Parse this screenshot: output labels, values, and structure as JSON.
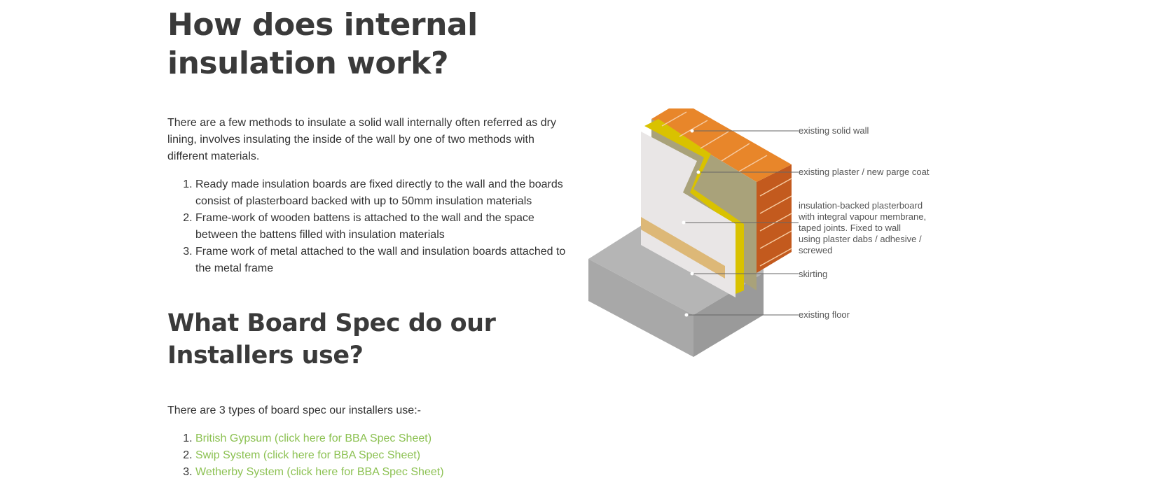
{
  "section1": {
    "heading_line1": "How does internal",
    "heading_line2": "insulation work?",
    "intro": "There are a few methods to insulate a solid wall internally often referred as dry lining, involves insulating the inside of the wall by one of two methods with different materials.",
    "methods": [
      "Ready made insulation boards are fixed directly to the wall and the boards consist of plasterboard backed with up to 50mm insulation materials",
      "Frame-work of wooden battens is attached to the wall and the space between the battens filled with insulation materials",
      "Frame work of metal attached to the wall and insulation boards attached to the metal frame"
    ]
  },
  "section2": {
    "heading_line1": "What Board Spec do our",
    "heading_line2": "Installers use?",
    "intro": "There are 3 types of board spec our installers use:-",
    "specs": [
      "British Gypsum (click here for BBA Spec Sheet)",
      "Swip System (click here for BBA Spec Sheet)",
      "Wetherby System (click here for BBA Spec Sheet)"
    ]
  },
  "diagram": {
    "labels": {
      "solid_wall": "existing solid wall",
      "plaster": "existing plaster / new parge coat",
      "board_1": "insulation-backed plasterboard",
      "board_2": "with integral vapour membrane,",
      "board_3": "taped joints. Fixed to wall",
      "board_4": "using plaster dabs / adhesive /",
      "board_5": "screwed",
      "skirting": "skirting",
      "floor": "existing floor"
    }
  },
  "colors": {
    "heading": "#3a3a3a",
    "text": "#333333",
    "link": "#8cc152",
    "brick": "#e8862a",
    "brick_side": "#c35a1e",
    "plaster": "#a9a27a",
    "insulation": "#d9c200",
    "board": "#e9e6e6",
    "skirting": "#ddb877",
    "floor_top": "#b5b5b5",
    "floor_side": "#a2a2a2"
  }
}
